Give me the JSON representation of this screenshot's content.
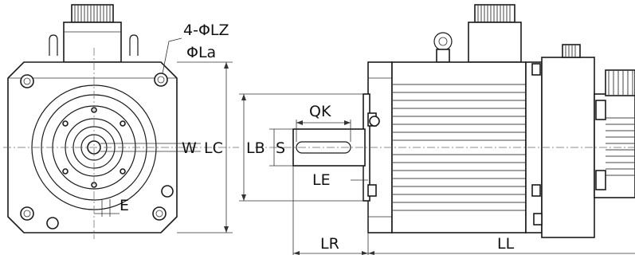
{
  "labels": {
    "hole_count_dia": "4-ΦLZ",
    "pitch_circle_dia": "ΦLa",
    "key_width": "W",
    "flange_size": "LC",
    "key_offset": "E",
    "key_length": "QK",
    "pilot_dia": "LB",
    "shaft_dia": "S",
    "shaft_step": "LE",
    "shaft_length": "LR",
    "motor_length": "LL"
  }
}
